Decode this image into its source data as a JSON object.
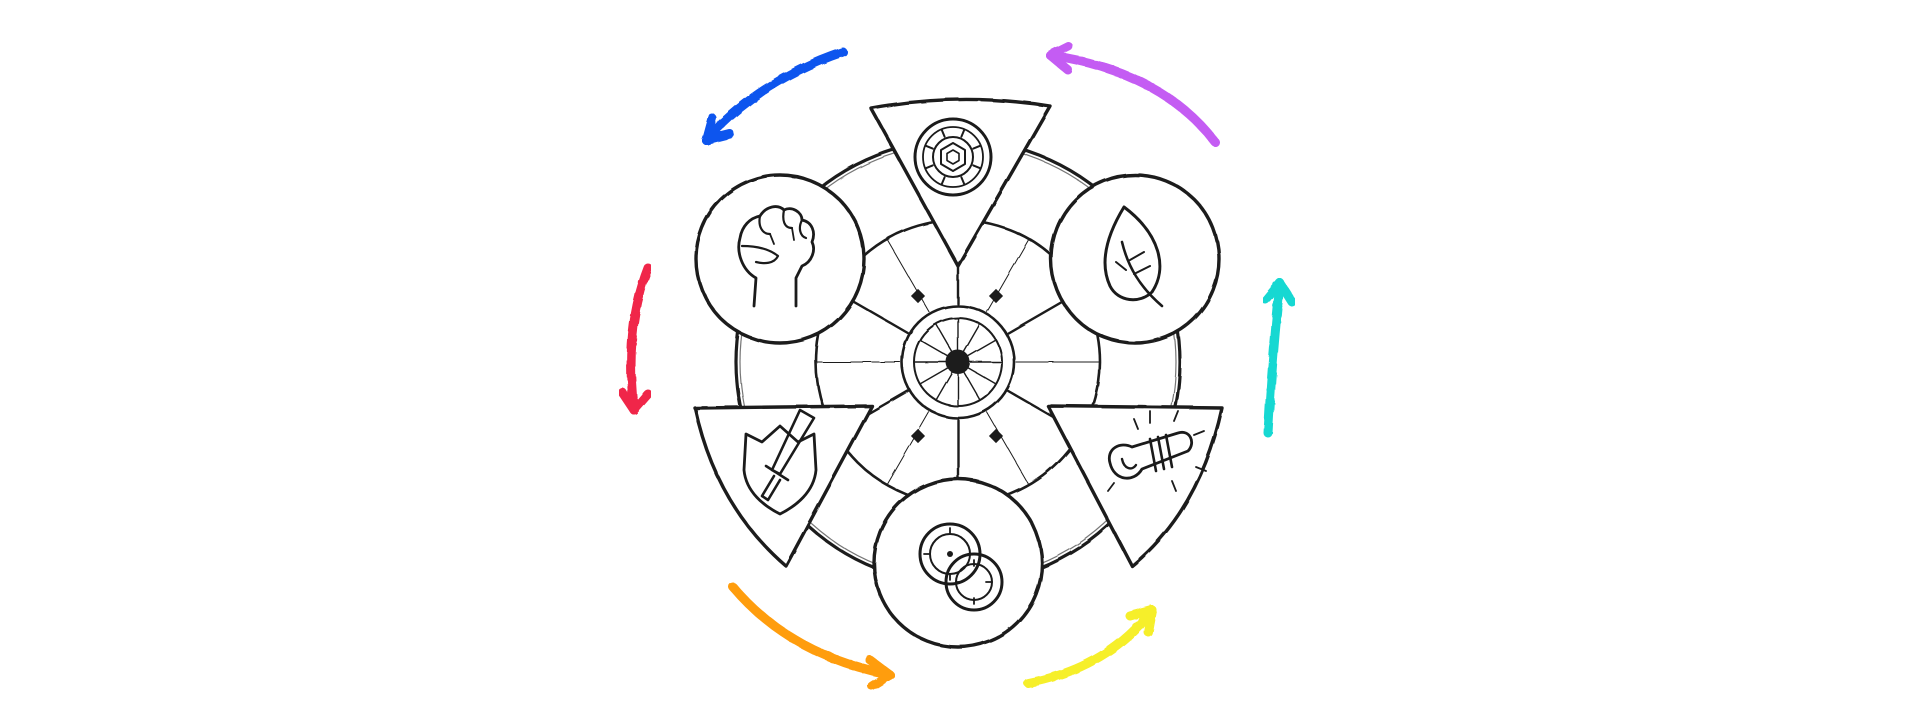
{
  "diagram": {
    "segments": [
      {
        "id": "top",
        "shape": "triangle",
        "icon": "gear-wheel-icon",
        "ring_index": 0
      },
      {
        "id": "upper-right",
        "shape": "circle",
        "icon": "leaf-icon",
        "ring_index": 1
      },
      {
        "id": "lower-right",
        "shape": "triangle",
        "icon": "scroll-icon",
        "ring_index": 2
      },
      {
        "id": "bottom",
        "shape": "circle",
        "icon": "coins-icon",
        "ring_index": 3
      },
      {
        "id": "lower-left",
        "shape": "triangle",
        "icon": "shield-sword-icon",
        "ring_index": 4
      },
      {
        "id": "upper-left",
        "shape": "circle",
        "icon": "fist-icon",
        "ring_index": 5
      }
    ],
    "cycle_arrows": [
      {
        "id": "blue",
        "color": "#1155ee"
      },
      {
        "id": "red",
        "color": "#f0284a"
      },
      {
        "id": "orange",
        "color": "#ff9d0d"
      },
      {
        "id": "yellow",
        "color": "#f6ef2a"
      },
      {
        "id": "cyan",
        "color": "#19d8d2"
      },
      {
        "id": "purple",
        "color": "#c45cf3"
      }
    ],
    "ink_color": "#1b1b1b",
    "background": "#ffffff"
  }
}
